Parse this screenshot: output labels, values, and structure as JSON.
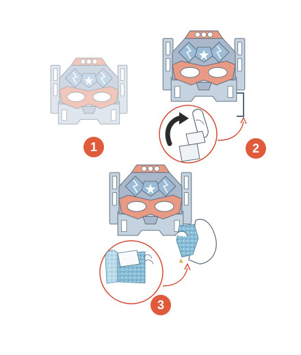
{
  "steps": [
    {
      "number": "1"
    },
    {
      "number": "2"
    },
    {
      "number": "3"
    }
  ],
  "colors": {
    "badge": "#e05a3c",
    "mask_pale": "#c5d2df",
    "mask_frame": "#a9b9cb",
    "mask_coral": "#e99a84",
    "mask_blue": "#9bbbd6",
    "outline": "#5a6a78",
    "arrow": "#d44a34",
    "glitter": "#6ea7c8"
  }
}
